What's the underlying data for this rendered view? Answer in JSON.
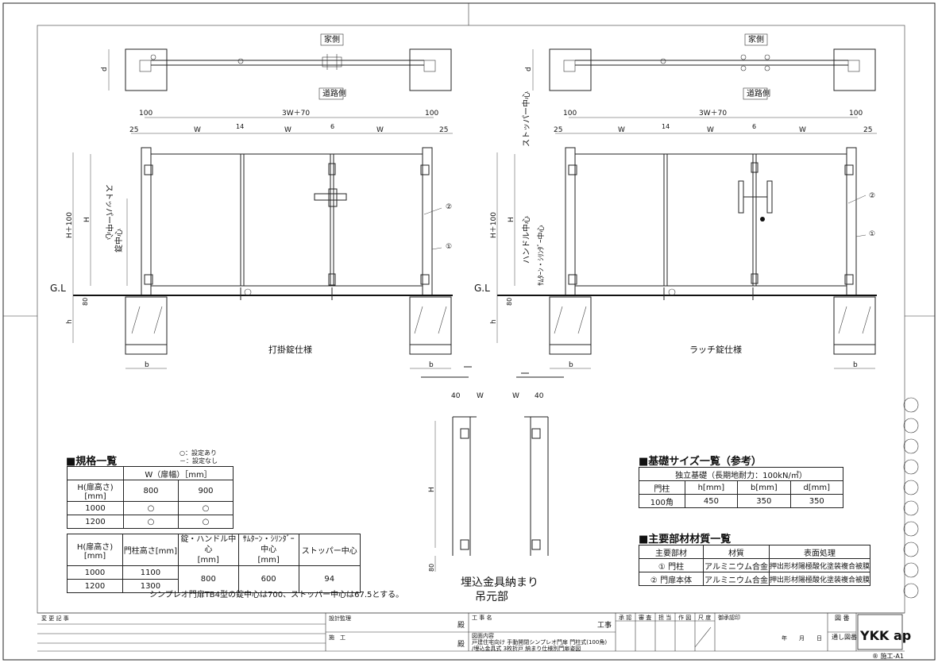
{
  "views": {
    "house_side": "家側",
    "road_side": "道路側",
    "left_caption": "打掛錠仕様",
    "right_caption": "ラッチ錠仕様",
    "embed_caption_1": "埋込金具納まり",
    "embed_caption_2": "吊元部"
  },
  "dims": {
    "d": "d",
    "overall": "3W＋70",
    "post": "100",
    "side_gap": "25",
    "w": "W",
    "gap14": "14",
    "gap6": "6",
    "h100": "H＋100",
    "h": "H",
    "lock_center": "錠中心",
    "stopper_center": "ストッパー中心",
    "handle_center": "ハンドル中心",
    "thumb_center": "ｻﾑﾀｰﾝ・ｼﾘﾝﾀﾞｰ中心",
    "gl": "G.L",
    "gl80": "80",
    "hh": "h",
    "bb": "b",
    "mark1": "①",
    "mark2": "②",
    "forty": "40"
  },
  "spec": {
    "title": "■規格一覧",
    "legend_yes": "○：設定あり",
    "legend_no": "－：設定なし",
    "width_header": "W（扉幅）［mm］",
    "height_header": "H(扉高さ)[mm]",
    "widths": [
      "800",
      "900"
    ],
    "rows": [
      {
        "h": "1000",
        "cells": [
          "○",
          "○"
        ]
      },
      {
        "h": "1200",
        "cells": [
          "○",
          "○"
        ]
      }
    ]
  },
  "table2": {
    "headers": [
      "H(扉高さ)[mm]",
      "門柱高さ[mm]",
      "錠・ハンドル中心\n[mm]",
      "ｻﾑﾀｰﾝ・ｼﾘﾝﾀﾞｰ中心\n[mm]",
      "ストッパー中心"
    ],
    "rows": [
      {
        "h": "1000",
        "post": "1100"
      },
      {
        "h": "1200",
        "post": "1300"
      }
    ],
    "lock": "800",
    "thumb": "600",
    "stopper": "94",
    "note": "シンプレオ門扉TB4型の錠中心は700、ストッパー中心は67.5とする。"
  },
  "foundation": {
    "title": "■基礎サイズ一覧（参考）",
    "subheader": "独立基礎（長期地耐力：100kN/㎡）",
    "headers": [
      "門柱",
      "h[mm]",
      "b[mm]",
      "d[mm]"
    ],
    "row": [
      "100角",
      "450",
      "350",
      "350"
    ]
  },
  "materials": {
    "title": "■主要部材材質一覧",
    "headers": [
      "主要部材",
      "材質",
      "表面処理"
    ],
    "rows": [
      [
        "①  門柱",
        "アルミニウム合金",
        "押出形材陽極酸化塗装複合被膜"
      ],
      [
        "②  門扉本体",
        "アルミニウム合金",
        "押出形材陽極酸化塗装複合被膜"
      ]
    ]
  },
  "titleblock": {
    "change_record": "変 更 記 事",
    "design_supervisor": "設計監理",
    "construction": "施　工",
    "dono1": "殿",
    "dono2": "殿",
    "project_label": "工 事 名",
    "project_value": "工事",
    "drawing_label": "図面内容",
    "drawing_line1": "戸建住宅向け 手動開閉シンプレオ門扉 門柱式(100角)",
    "drawing_line2": "/埋込金具式 3枚折戸 納まり仕様別門扉姿図",
    "approvals": [
      "承 認",
      "審 査",
      "担 当",
      "作 図",
      "尺 度"
    ],
    "date_label": "御承認印",
    "year": "年",
    "month": "月",
    "day": "日",
    "sheet_label": "図 番",
    "serial_label": "通し図番",
    "logo": "YKK ap",
    "footer": "® 施工-A1"
  }
}
